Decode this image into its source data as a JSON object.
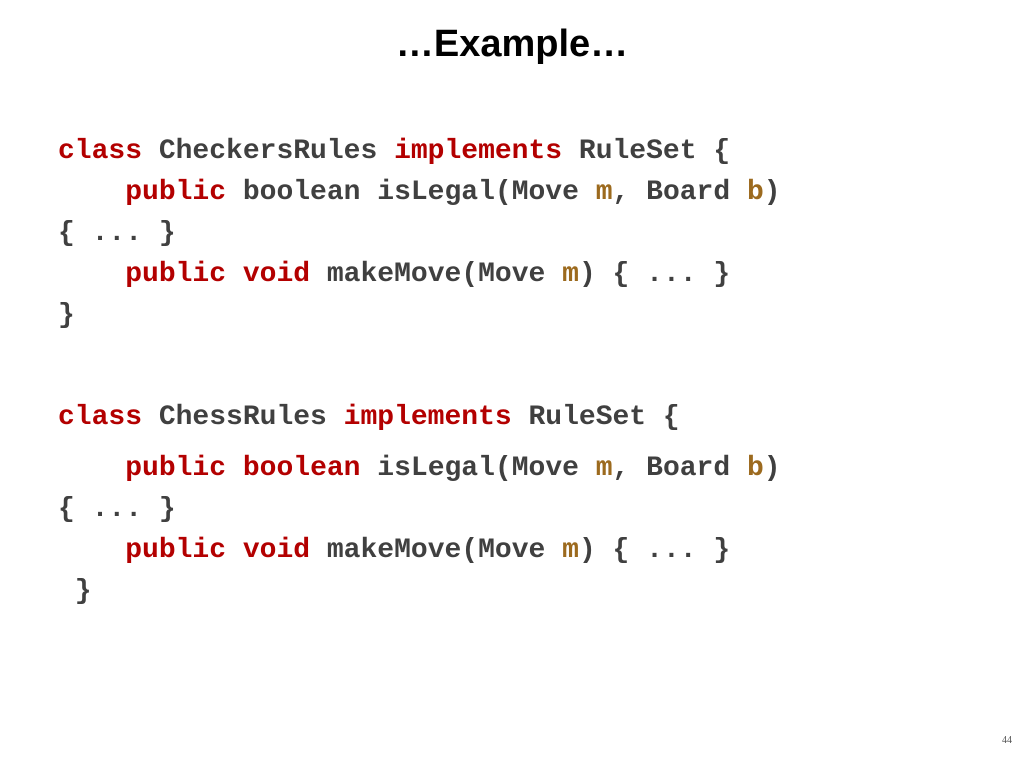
{
  "slide": {
    "title": "…Example…",
    "page_number": "44"
  },
  "colors": {
    "keyword": "#b30000",
    "parameter": "#9c6a1e",
    "code_text": "#404040",
    "title": "#000000"
  },
  "code": {
    "lines": [
      [
        {
          "t": "class",
          "k": "kw"
        },
        {
          "t": " CheckersRules ",
          "k": "txt"
        },
        {
          "t": "implements",
          "k": "kw"
        },
        {
          "t": " RuleSet {",
          "k": "txt"
        }
      ],
      [
        {
          "t": "    ",
          "k": "txt"
        },
        {
          "t": "public",
          "k": "kw"
        },
        {
          "t": " boolean isLegal(Move ",
          "k": "txt"
        },
        {
          "t": "m",
          "k": "par"
        },
        {
          "t": ", Board ",
          "k": "txt"
        },
        {
          "t": "b",
          "k": "par"
        },
        {
          "t": ")",
          "k": "txt"
        }
      ],
      [
        {
          "t": "{ ... }",
          "k": "txt"
        }
      ],
      [
        {
          "t": "    ",
          "k": "txt"
        },
        {
          "t": "public",
          "k": "kw"
        },
        {
          "t": " ",
          "k": "txt"
        },
        {
          "t": "void",
          "k": "kw"
        },
        {
          "t": " makeMove(Move ",
          "k": "txt"
        },
        {
          "t": "m",
          "k": "par"
        },
        {
          "t": ") { ... }",
          "k": "txt"
        }
      ],
      [
        {
          "t": "}",
          "k": "txt"
        }
      ],
      [
        {
          "t": "class",
          "k": "kw"
        },
        {
          "t": " ChessRules ",
          "k": "txt"
        },
        {
          "t": "implements",
          "k": "kw"
        },
        {
          "t": " RuleSet {",
          "k": "txt"
        }
      ],
      [
        {
          "t": "    ",
          "k": "txt"
        },
        {
          "t": "public",
          "k": "kw"
        },
        {
          "t": " ",
          "k": "txt"
        },
        {
          "t": "boolean",
          "k": "kw"
        },
        {
          "t": " isLegal(Move ",
          "k": "txt"
        },
        {
          "t": "m",
          "k": "par"
        },
        {
          "t": ", Board ",
          "k": "txt"
        },
        {
          "t": "b",
          "k": "par"
        },
        {
          "t": ")",
          "k": "txt"
        }
      ],
      [
        {
          "t": "{ ... }",
          "k": "txt"
        }
      ],
      [
        {
          "t": "    ",
          "k": "txt"
        },
        {
          "t": "public",
          "k": "kw"
        },
        {
          "t": " ",
          "k": "txt"
        },
        {
          "t": "void",
          "k": "kw"
        },
        {
          "t": " makeMove(Move ",
          "k": "txt"
        },
        {
          "t": "m",
          "k": "par"
        },
        {
          "t": ") { ... }",
          "k": "txt"
        }
      ],
      [
        {
          "t": " }",
          "k": "txt"
        }
      ]
    ]
  }
}
